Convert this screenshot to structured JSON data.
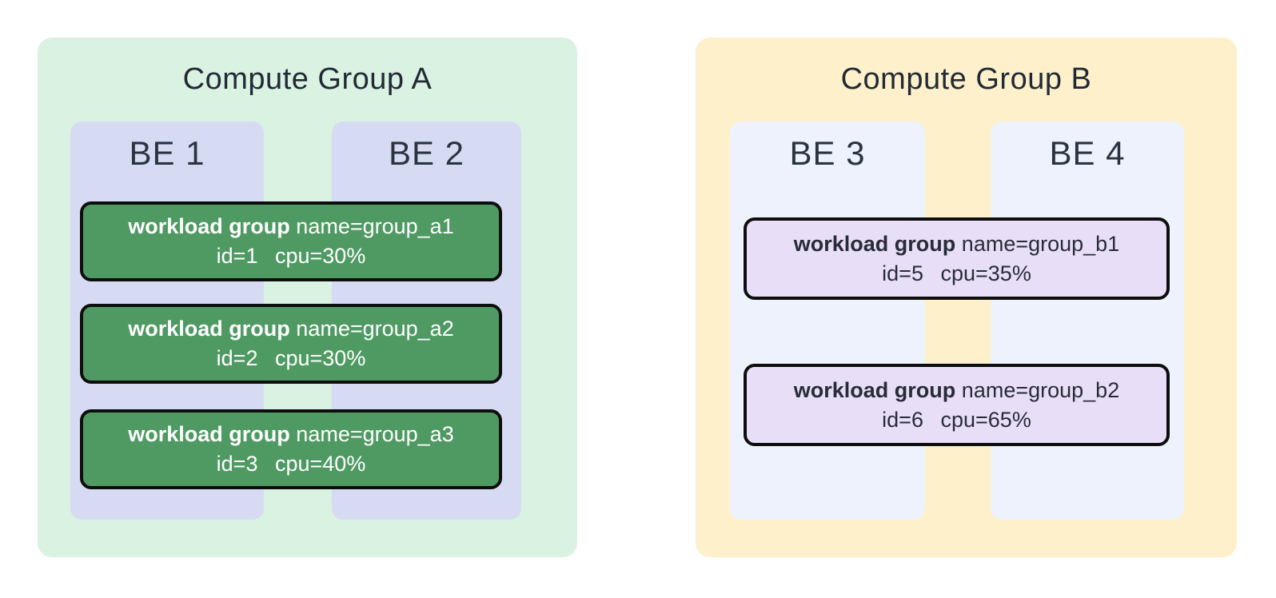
{
  "diagram": {
    "groups": [
      {
        "title": "Compute Group A",
        "bg_color": "#daf2e2",
        "backend_bg_color": "#d6dbf3",
        "workload_bg_color": "#4f9a63",
        "workload_border_color": "#0d0d0d",
        "workload_text_color": "#ffffff",
        "backends": [
          {
            "label": "BE 1"
          },
          {
            "label": "BE 2"
          }
        ],
        "workloads": [
          {
            "label": "workload group",
            "name": "name=group_a1",
            "id": "id=1",
            "cpu": "cpu=30%"
          },
          {
            "label": "workload group",
            "name": "name=group_a2",
            "id": "id=2",
            "cpu": "cpu=30%"
          },
          {
            "label": "workload group",
            "name": "name=group_a3",
            "id": "id=3",
            "cpu": "cpu=40%"
          }
        ]
      },
      {
        "title": "Compute Group B",
        "bg_color": "#fdf0cb",
        "backend_bg_color": "#edf2fc",
        "workload_bg_color": "#e9def8",
        "workload_border_color": "#0d0d0d",
        "workload_text_color": "#282c38",
        "backends": [
          {
            "label": "BE 3"
          },
          {
            "label": "BE 4"
          }
        ],
        "workloads": [
          {
            "label": "workload group",
            "name": "name=group_b1",
            "id": "id=5",
            "cpu": "cpu=35%"
          },
          {
            "label": "workload group",
            "name": "name=group_b2",
            "id": "id=6",
            "cpu": "cpu=65%"
          }
        ]
      }
    ]
  }
}
